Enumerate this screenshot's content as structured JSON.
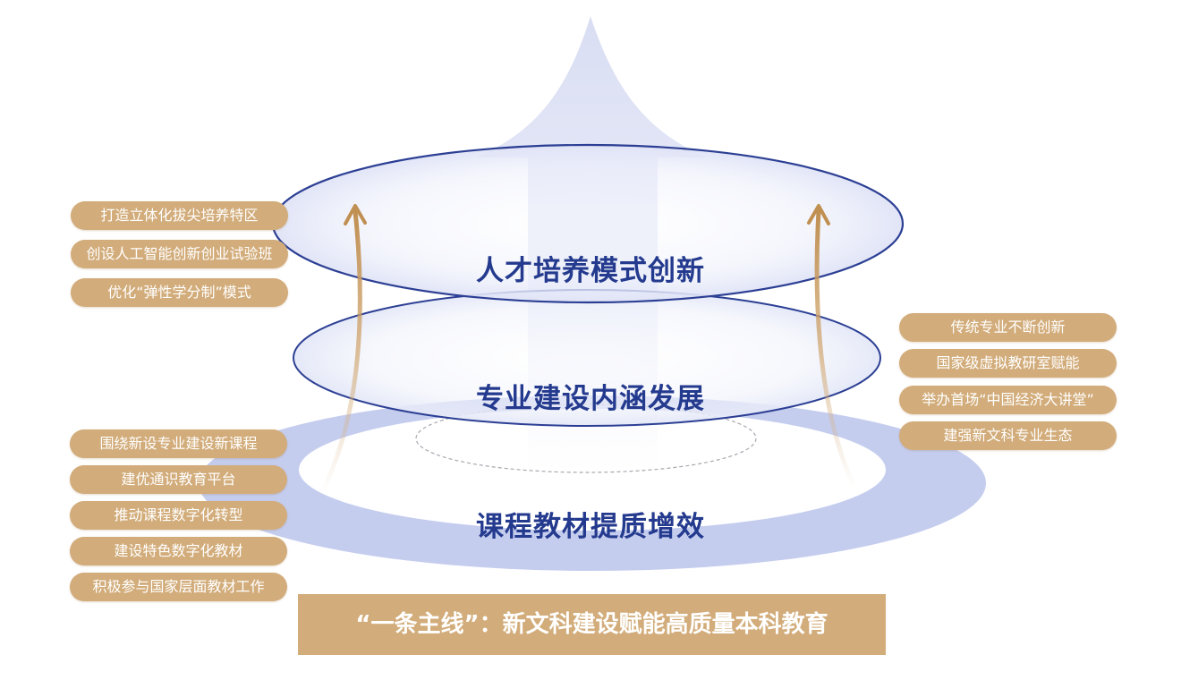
{
  "levels": {
    "top": "人才培养模式创新",
    "middle": "专业建设内涵发展",
    "bottom": "课程教材提质增效"
  },
  "left_upper": [
    "打造立体化拔尖培养特区",
    "创设人工智能创新创业试验班",
    "优化“弹性学分制”模式"
  ],
  "left_lower": [
    "围绕新设专业建设新课程",
    "建优通识教育平台",
    "推动课程数字化转型",
    "建设特色数字化教材",
    "积极参与国家层面教材工作"
  ],
  "right": [
    "传统专业不断创新",
    "国家级虚拟教研室赋能",
    "举办首场“中国经济大讲堂”",
    "建强新文科专业生态"
  ],
  "banner": "“一条主线”：新文科建设赋能高质量本科教育",
  "colors": {
    "gold": "#d2ac7a",
    "navy_text": "#243a8e",
    "ring_blue": "#c5cdef",
    "ellipse_stroke": "#2c3f94"
  }
}
